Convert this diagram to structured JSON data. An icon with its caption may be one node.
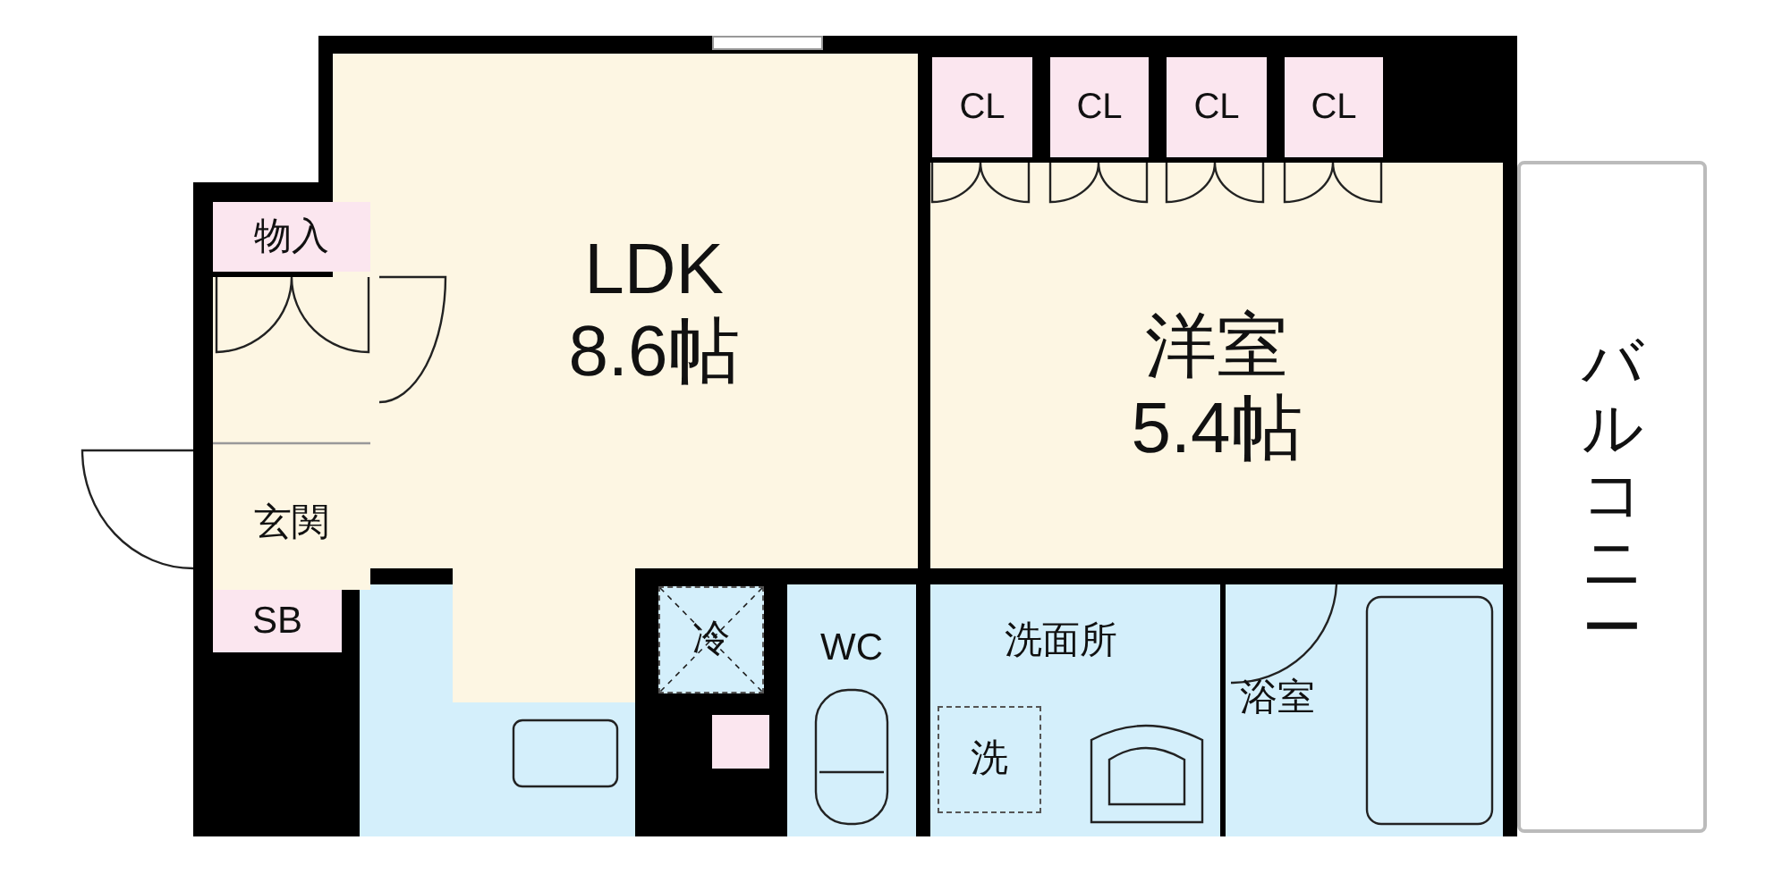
{
  "diagram": {
    "nodes": [
      {
        "text": [
          "LDK",
          "8.6帖"
        ]
      },
      {
        "text": [
          "物入"
        ]
      },
      {
        "text": [
          "玄関"
        ]
      },
      {
        "text": [
          "SB"
        ]
      },
      {
        "text": [
          "冷"
        ]
      },
      {
        "text": [
          "WC"
        ]
      },
      {
        "text": [
          "洋室",
          "5.4帖"
        ]
      },
      {
        "text": [
          "CL"
        ]
      },
      {
        "text": [
          "CL"
        ]
      },
      {
        "text": [
          "CL"
        ]
      },
      {
        "text": [
          "CL"
        ]
      },
      {
        "text": [
          "洗面所"
        ]
      },
      {
        "text": [
          "洗"
        ],
        "in": 11
      },
      {
        "text": [
          "浴室"
        ]
      },
      {
        "text": [
          "バルコニー"
        ]
      }
    ]
  }
}
